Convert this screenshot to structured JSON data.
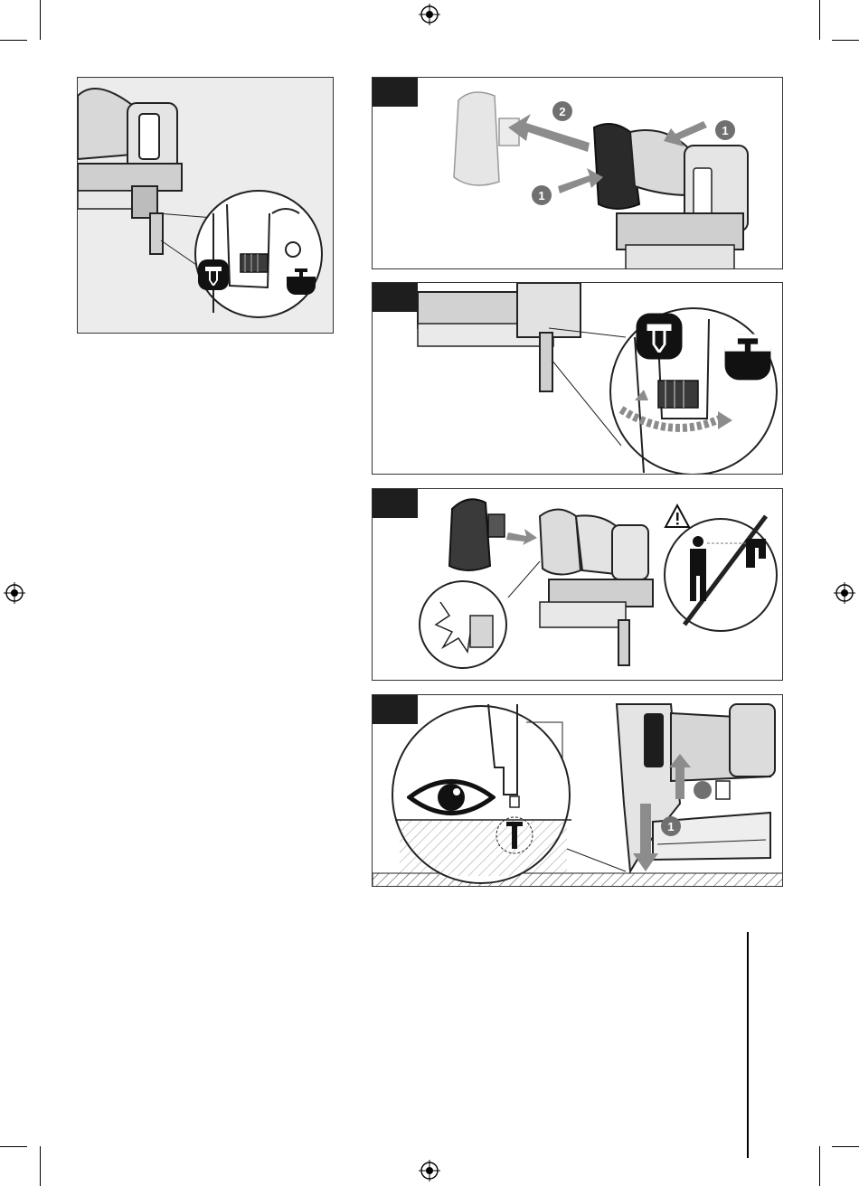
{
  "page": {
    "figures": [
      {
        "id": "fig-setting-overview",
        "symbols": [
          "staple-depth-icon",
          "nail-depth-icon"
        ]
      },
      {
        "id": "fig-battery",
        "callouts": [
          "1",
          "2",
          "1"
        ]
      },
      {
        "id": "fig-depth-dial",
        "symbols": [
          "staple-depth-icon",
          "nail-depth-icon"
        ]
      },
      {
        "id": "fig-safety",
        "symbols": [
          "warning-triangle-icon",
          "no-person-icon"
        ]
      },
      {
        "id": "fig-nose-contact",
        "callouts": [
          "1"
        ],
        "symbols": [
          "eye-icon"
        ]
      }
    ],
    "colors": {
      "ink": "#1a1a1a",
      "panel_gray": "#ececec",
      "arrow_gray": "#8c8c8c",
      "callout_gray": "#707070"
    }
  },
  "callouts": {
    "battery_remove_1a": "1",
    "battery_remove_2": "2",
    "battery_remove_1b": "1",
    "nose_push_1": "1"
  }
}
